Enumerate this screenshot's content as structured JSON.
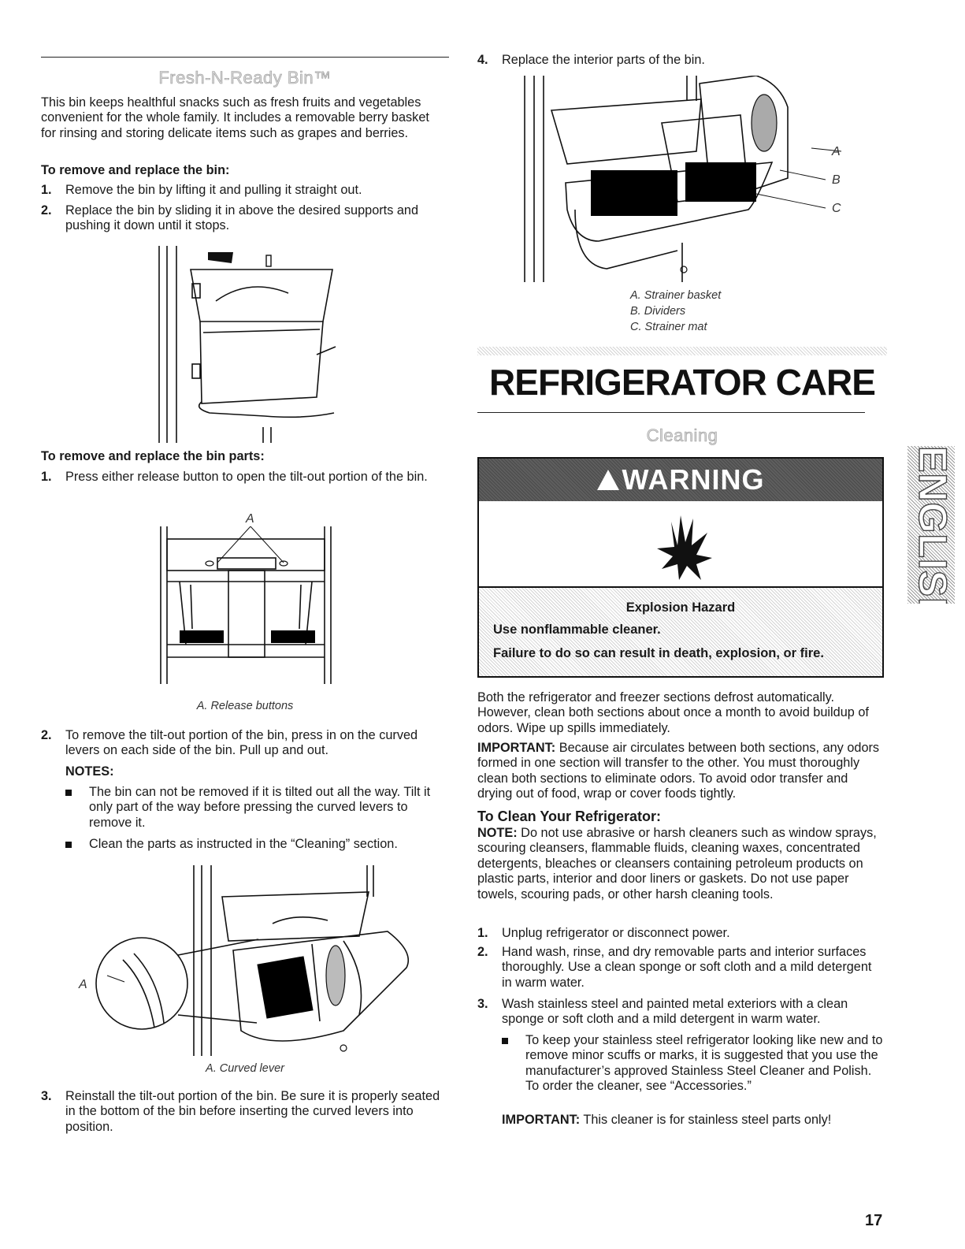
{
  "left": {
    "section_title": "Fresh-N-Ready Bin™",
    "intro": "This bin keeps healthful snacks such as fresh fruits and vegetables convenient for the whole family. It includes a removable berry basket for rinsing and storing delicate items such as grapes and berries.",
    "remove_bin_heading": "To remove and replace the bin:",
    "remove_bin_steps": [
      {
        "num": "1.",
        "text": "Remove the bin by lifting it and pulling it straight out."
      },
      {
        "num": "2.",
        "text": "Replace the bin by sliding it in above the desired supports and pushing it down until it stops."
      }
    ],
    "remove_parts_heading": "To remove and replace the bin parts:",
    "parts_step1": {
      "num": "1.",
      "text": "Press either release button to open the tilt-out portion of the bin."
    },
    "fig2_label": "A",
    "fig2_caption": "A. Release buttons",
    "parts_step2": {
      "num": "2.",
      "text": "To remove the tilt-out portion of the bin, press in on the curved levers on each side of the bin. Pull up and out."
    },
    "notes_label": "NOTES:",
    "notes": [
      "The bin can not be removed if it is tilted out all the way. Tilt it only part of the way before pressing the curved levers to remove it.",
      "Clean the parts as instructed in the “Cleaning” section."
    ],
    "fig3_label": "A",
    "fig3_caption": "A. Curved lever",
    "parts_step3": {
      "num": "3.",
      "text": "Reinstall the tilt-out portion of the bin. Be sure it is properly seated in the bottom of the bin before inserting the curved levers into position."
    }
  },
  "right": {
    "step4": {
      "num": "4.",
      "text": "Replace the interior parts of the bin."
    },
    "fig4_labels": [
      "A",
      "B",
      "C"
    ],
    "fig4_captions": [
      "A. Strainer basket",
      "B. Dividers",
      "C. Strainer mat"
    ],
    "main_title": "REFRIGERATOR CARE",
    "section_title": "Cleaning",
    "warning": {
      "label": "WARNING",
      "hazard": "Explosion Hazard",
      "line1": "Use nonflammable cleaner.",
      "line2": "Failure to do so can result in death, explosion, or fire."
    },
    "para1": "Both the refrigerator and freezer sections defrost automatically. However, clean both sections about once a month to avoid buildup of odors. Wipe up spills immediately.",
    "important1_label": "IMPORTANT:",
    "important1_text": " Because air circulates between both sections, any odors formed in one section will transfer to the other. You must thoroughly clean both sections to eliminate odors. To avoid odor transfer and drying out of food, wrap or cover foods tightly.",
    "clean_heading": "To Clean Your Refrigerator:",
    "note_label": "NOTE:",
    "note_text": " Do not use abrasive or harsh cleaners such as window sprays, scouring cleansers, flammable fluids, cleaning waxes, concentrated detergents, bleaches or cleansers containing petroleum products on plastic parts, interior and door liners or gaskets. Do not use paper towels, scouring pads, or other harsh cleaning tools.",
    "clean_steps": [
      {
        "num": "1.",
        "text": "Unplug refrigerator or disconnect power."
      },
      {
        "num": "2.",
        "text": "Hand wash, rinse, and dry removable parts and interior surfaces thoroughly. Use a clean sponge or soft cloth and a mild detergent in warm water."
      },
      {
        "num": "3.",
        "text": "Wash stainless steel and painted metal exteriors with a clean sponge or soft cloth and a mild detergent in warm water."
      }
    ],
    "stainless_bullet": "To keep your stainless steel refrigerator looking like new and to remove minor scuffs or marks, it is suggested that you use the manufacturer’s approved Stainless Steel Cleaner and Polish. To order the cleaner, see “Accessories.”",
    "important2_label": "IMPORTANT:",
    "important2_text": " This cleaner is for stainless steel parts only!"
  },
  "side_tab": "ENGLISH",
  "page_number": "17"
}
